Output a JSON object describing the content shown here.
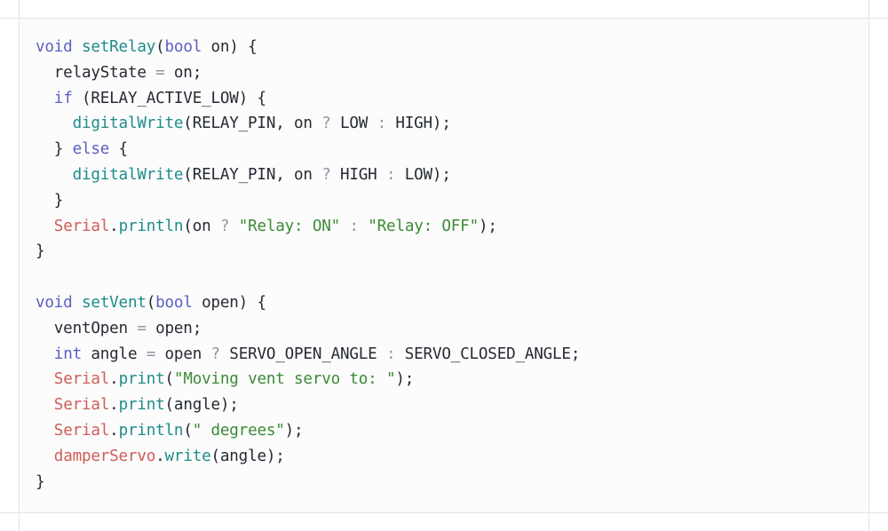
{
  "code": {
    "lines": [
      [
        {
          "t": "void",
          "k": "kw"
        },
        {
          "t": " "
        },
        {
          "t": "setRelay",
          "k": "fn"
        },
        {
          "t": "("
        },
        {
          "t": "bool",
          "k": "kw"
        },
        {
          "t": " on) {"
        }
      ],
      [
        {
          "t": "  relayState "
        },
        {
          "t": "=",
          "k": "op"
        },
        {
          "t": " on;"
        }
      ],
      [
        {
          "t": "  "
        },
        {
          "t": "if",
          "k": "kw"
        },
        {
          "t": " (RELAY_ACTIVE_LOW) {"
        }
      ],
      [
        {
          "t": "    "
        },
        {
          "t": "digitalWrite",
          "k": "fn"
        },
        {
          "t": "(RELAY_PIN, on "
        },
        {
          "t": "?",
          "k": "op"
        },
        {
          "t": " LOW "
        },
        {
          "t": ":",
          "k": "op"
        },
        {
          "t": " HIGH);"
        }
      ],
      [
        {
          "t": "  } "
        },
        {
          "t": "else",
          "k": "kw"
        },
        {
          "t": " {"
        }
      ],
      [
        {
          "t": "    "
        },
        {
          "t": "digitalWrite",
          "k": "fn"
        },
        {
          "t": "(RELAY_PIN, on "
        },
        {
          "t": "?",
          "k": "op"
        },
        {
          "t": " HIGH "
        },
        {
          "t": ":",
          "k": "op"
        },
        {
          "t": " LOW);"
        }
      ],
      [
        {
          "t": "  }"
        }
      ],
      [
        {
          "t": "  "
        },
        {
          "t": "Serial",
          "k": "obj"
        },
        {
          "t": "."
        },
        {
          "t": "println",
          "k": "fn"
        },
        {
          "t": "(on "
        },
        {
          "t": "?",
          "k": "op"
        },
        {
          "t": " "
        },
        {
          "t": "\"Relay: ON\"",
          "k": "str"
        },
        {
          "t": " "
        },
        {
          "t": ":",
          "k": "op"
        },
        {
          "t": " "
        },
        {
          "t": "\"Relay: OFF\"",
          "k": "str"
        },
        {
          "t": ");"
        }
      ],
      [
        {
          "t": "}"
        }
      ],
      [
        {
          "t": ""
        }
      ],
      [
        {
          "t": "void",
          "k": "kw"
        },
        {
          "t": " "
        },
        {
          "t": "setVent",
          "k": "fn"
        },
        {
          "t": "("
        },
        {
          "t": "bool",
          "k": "kw"
        },
        {
          "t": " open) {"
        }
      ],
      [
        {
          "t": "  ventOpen "
        },
        {
          "t": "=",
          "k": "op"
        },
        {
          "t": " open;"
        }
      ],
      [
        {
          "t": "  "
        },
        {
          "t": "int",
          "k": "kw"
        },
        {
          "t": " angle "
        },
        {
          "t": "=",
          "k": "op"
        },
        {
          "t": " open "
        },
        {
          "t": "?",
          "k": "op"
        },
        {
          "t": " SERVO_OPEN_ANGLE "
        },
        {
          "t": ":",
          "k": "op"
        },
        {
          "t": " SERVO_CLOSED_ANGLE;"
        }
      ],
      [
        {
          "t": "  "
        },
        {
          "t": "Serial",
          "k": "obj"
        },
        {
          "t": "."
        },
        {
          "t": "print",
          "k": "fn"
        },
        {
          "t": "("
        },
        {
          "t": "\"Moving vent servo to: \"",
          "k": "str"
        },
        {
          "t": ");"
        }
      ],
      [
        {
          "t": "  "
        },
        {
          "t": "Serial",
          "k": "obj"
        },
        {
          "t": "."
        },
        {
          "t": "print",
          "k": "fn"
        },
        {
          "t": "(angle);"
        }
      ],
      [
        {
          "t": "  "
        },
        {
          "t": "Serial",
          "k": "obj"
        },
        {
          "t": "."
        },
        {
          "t": "println",
          "k": "fn"
        },
        {
          "t": "("
        },
        {
          "t": "\" degrees\"",
          "k": "str"
        },
        {
          "t": ");"
        }
      ],
      [
        {
          "t": "  "
        },
        {
          "t": "damperServo",
          "k": "obj"
        },
        {
          "t": "."
        },
        {
          "t": "write",
          "k": "fn"
        },
        {
          "t": "(angle);"
        }
      ],
      [
        {
          "t": "}"
        }
      ]
    ]
  }
}
